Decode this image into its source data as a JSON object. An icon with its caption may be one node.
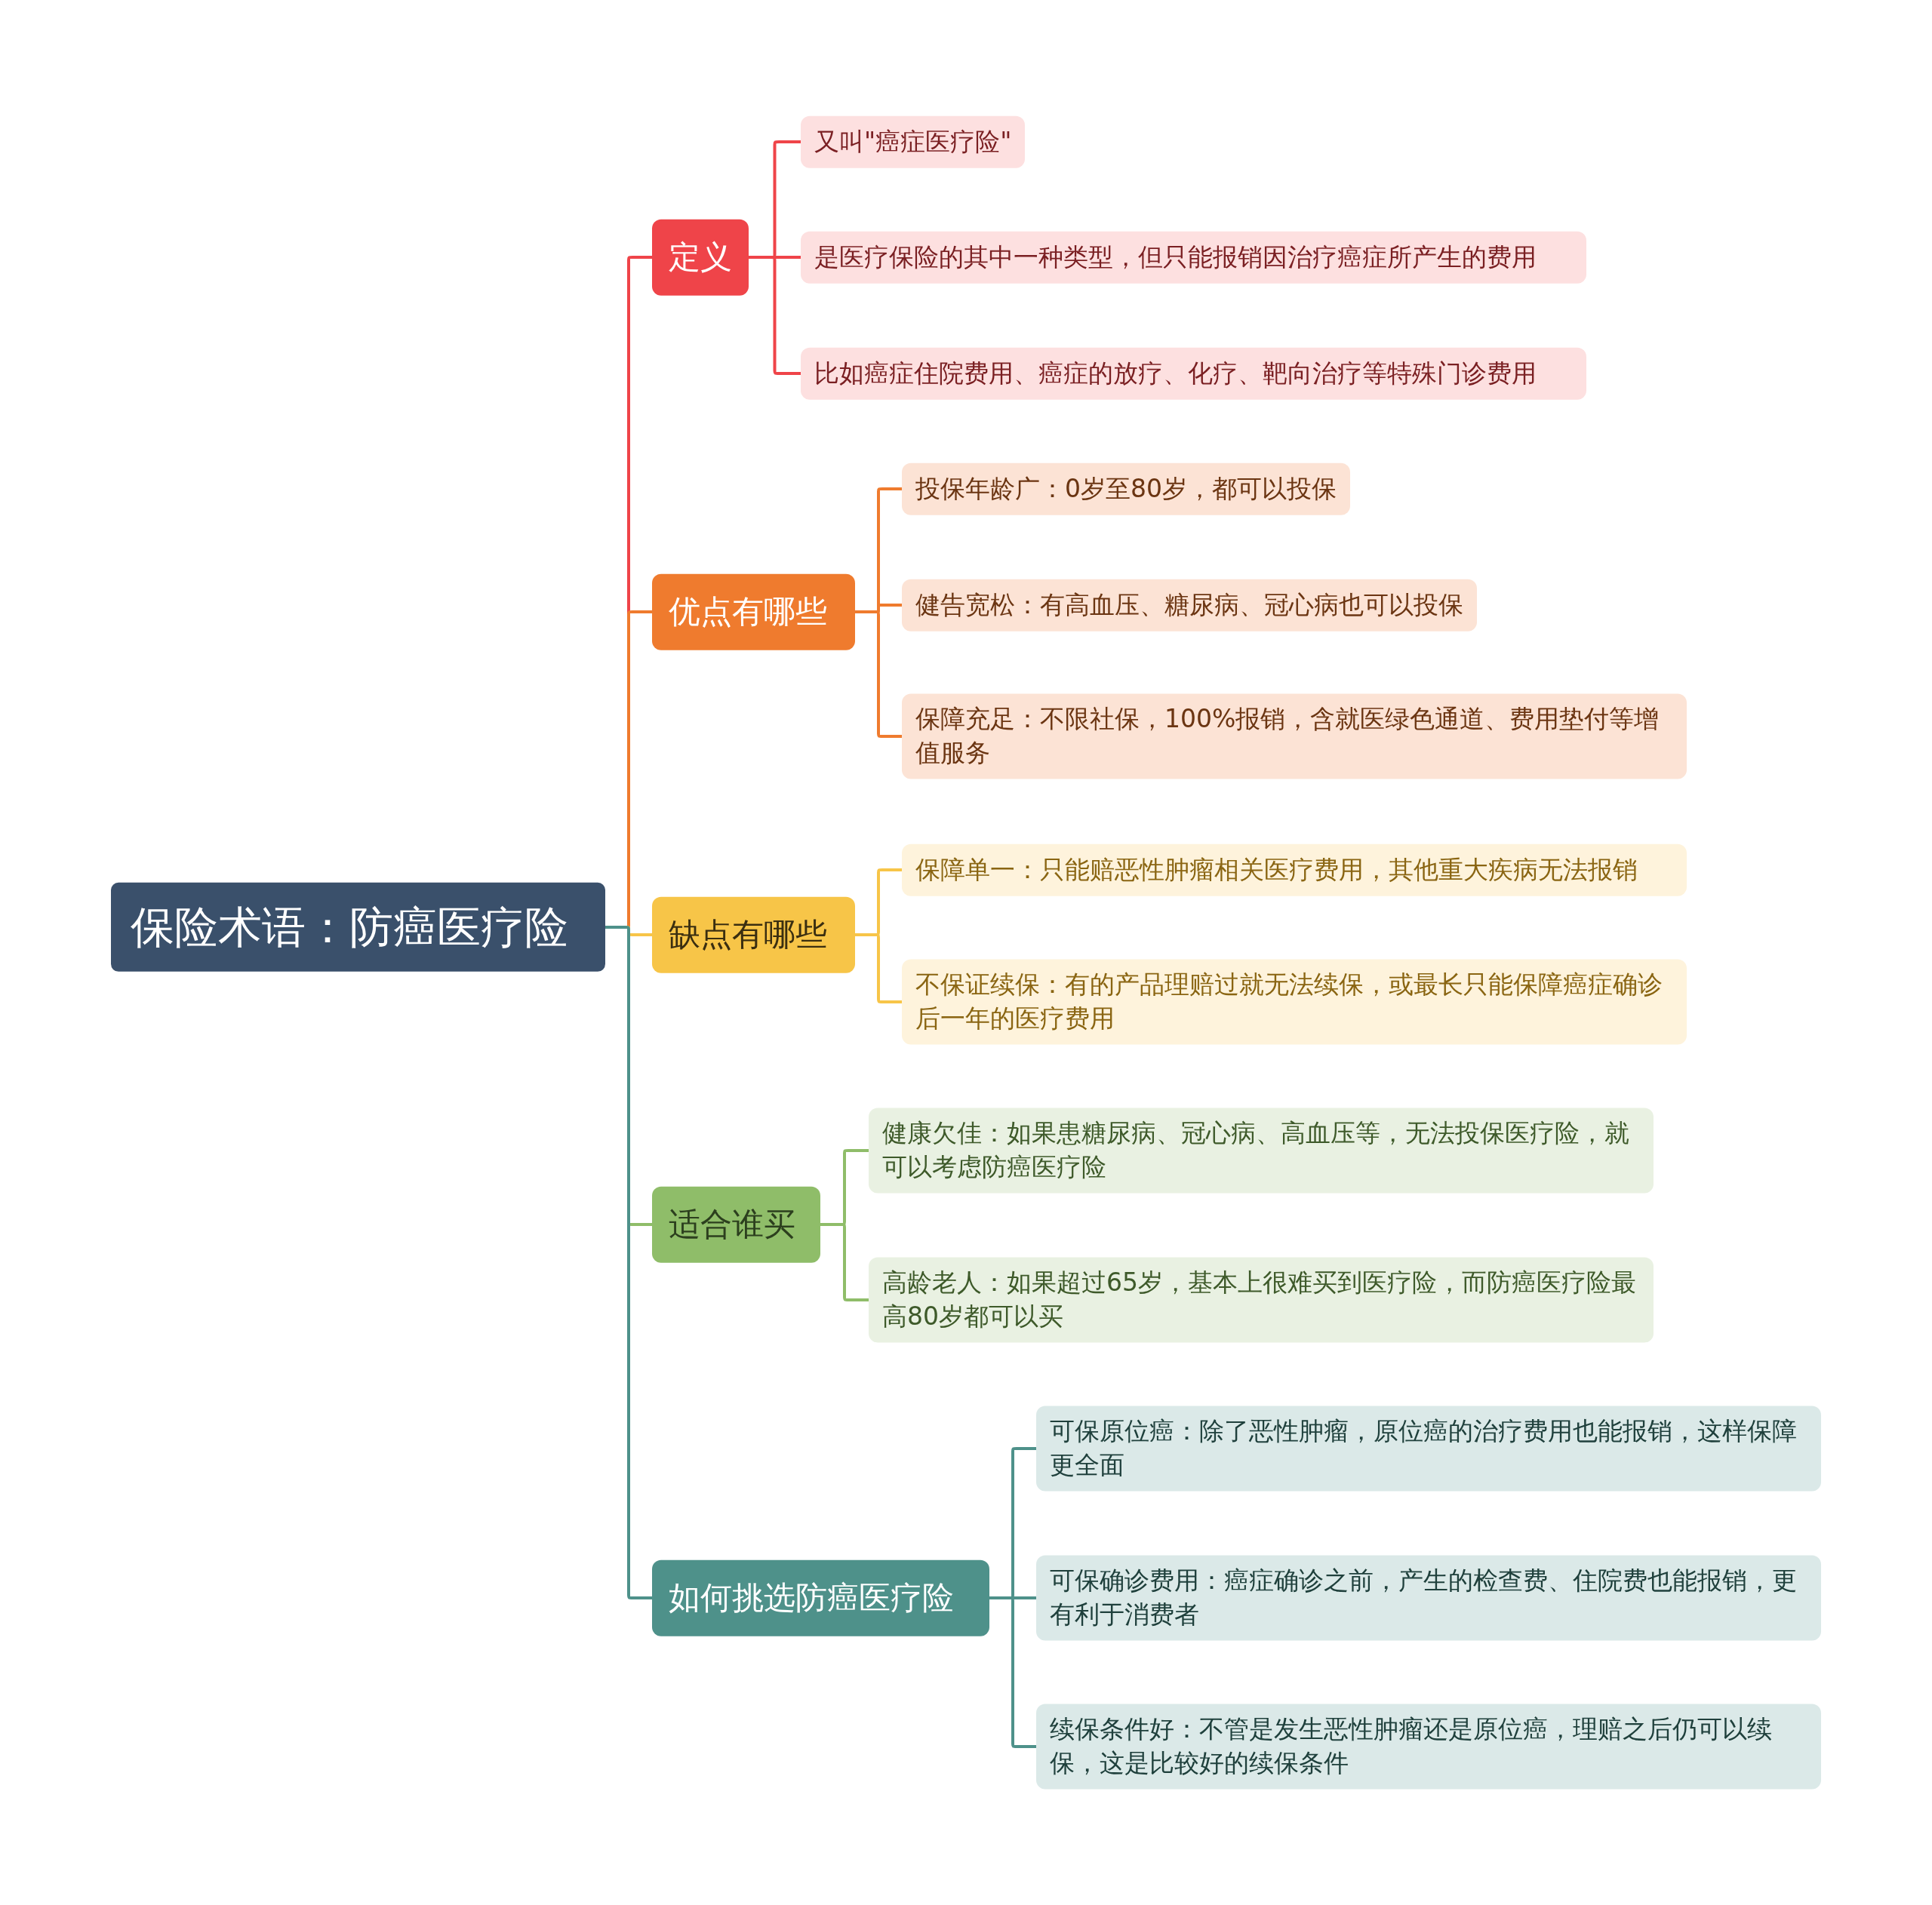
{
  "diagram": {
    "nodes": [
      {
        "text": [
          "保险术语：防癌医疗险"
        ]
      },
      {
        "text": [
          "定义"
        ]
      },
      {
        "text": [
          "又叫\"癌症医疗险\""
        ]
      },
      {
        "text": [
          "是医疗保险的其中一种类型，但只能报销因治疗癌症所产生的费用"
        ]
      },
      {
        "text": [
          "比如癌症住院费用、癌症的放疗、化疗、靶向治疗等特殊门诊费用"
        ]
      },
      {
        "text": [
          "优点有哪些"
        ]
      },
      {
        "text": [
          "投保年龄广：0岁至80岁，都可以投保"
        ]
      },
      {
        "text": [
          "健告宽松：有高血压、糖尿病、冠心病也可以投保"
        ]
      },
      {
        "text": [
          "保障充足：不限社保，100%报销，含就医绿色通道、费用垫付等增值服务"
        ]
      },
      {
        "text": [
          "缺点有哪些"
        ]
      },
      {
        "text": [
          "保障单一：只能赔恶性肿瘤相关医疗费用，其他重大疾病无法报销"
        ]
      },
      {
        "text": [
          "不保证续保：有的产品理赔过就无法续保，或最长只能保障癌症确诊后一年的医疗费用"
        ]
      },
      {
        "text": [
          "适合谁买"
        ]
      },
      {
        "text": [
          "健康欠佳：如果患糖尿病、冠心病、高血压等，无法投保医疗险，就可以考虑防癌医疗险"
        ]
      },
      {
        "text": [
          "高龄老人：如果超过65岁，基本上很难买到医疗险，而防癌医疗险最高80岁都可以买"
        ]
      },
      {
        "text": [
          "如何挑选防癌医疗险"
        ]
      },
      {
        "text": [
          "可保原位癌：除了恶性肿瘤，原位癌的治疗费用也能报销，这样保障更全面"
        ]
      },
      {
        "text": [
          "可保确诊费用：癌症确诊之前，产生的检查费、住院费也能报销，更有利于消费者"
        ]
      },
      {
        "text": [
          "续保条件好：不管是发生恶性肿瘤还是原位癌，理赔之后仍可以续保，这是比较好的续保条件"
        ]
      }
    ],
    "edges": [
      {
        "from": 0,
        "to": 1,
        "arrow": "none",
        "color": "#ef4449"
      },
      {
        "from": 1,
        "to": 2,
        "arrow": "none",
        "color": "#ef4449"
      },
      {
        "from": 1,
        "to": 3,
        "arrow": "none",
        "color": "#ef4449"
      },
      {
        "from": 1,
        "to": 4,
        "arrow": "none",
        "color": "#ef4449"
      },
      {
        "from": 0,
        "to": 5,
        "arrow": "none",
        "color": "#ef7b2e"
      },
      {
        "from": 5,
        "to": 6,
        "arrow": "none",
        "color": "#ef7b2e"
      },
      {
        "from": 5,
        "to": 7,
        "arrow": "none",
        "color": "#ef7b2e"
      },
      {
        "from": 5,
        "to": 8,
        "arrow": "none",
        "color": "#ef7b2e"
      },
      {
        "from": 0,
        "to": 9,
        "arrow": "none",
        "color": "#f7c548"
      },
      {
        "from": 9,
        "to": 10,
        "arrow": "none",
        "color": "#f7c548"
      },
      {
        "from": 9,
        "to": 11,
        "arrow": "none",
        "color": "#f7c548"
      },
      {
        "from": 0,
        "to": 12,
        "arrow": "none",
        "color": "#8fbd69"
      },
      {
        "from": 12,
        "to": 13,
        "arrow": "none",
        "color": "#8fbd69"
      },
      {
        "from": 12,
        "to": 14,
        "arrow": "none",
        "color": "#8fbd69"
      },
      {
        "from": 0,
        "to": 15,
        "arrow": "none",
        "color": "#4e918a"
      },
      {
        "from": 15,
        "to": 16,
        "arrow": "none",
        "color": "#4e918a"
      },
      {
        "from": 15,
        "to": 17,
        "arrow": "none",
        "color": "#4e918a"
      },
      {
        "from": 15,
        "to": 18,
        "arrow": "none",
        "color": "#4e918a"
      }
    ]
  }
}
